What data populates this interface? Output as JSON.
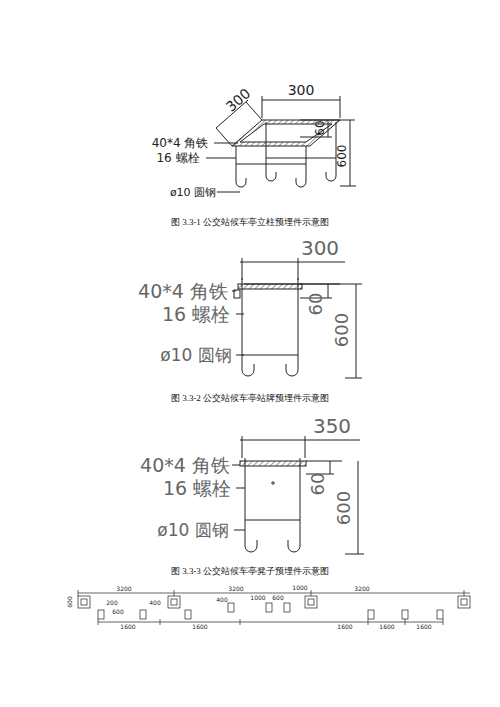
{
  "diagram": {
    "labels": [
      "300",
      "300",
      "40*4 角铁",
      "16 螺栓",
      "60",
      "600",
      "ø10 圆钢",
      "图 3.3-1  公交站候车亭立柱预埋件示意图",
      "300",
      "40*4 角铁",
      "16 螺栓",
      "60",
      "600",
      "ø10 圆钢",
      "图 3.3-2  公交站候车亭站牌预埋件示意图",
      "350",
      "40*4 角铁",
      "16 螺栓",
      "60",
      "600",
      "ø10 圆钢",
      "图 3.3-3  公交站候车亭凳子预埋件示意图",
      "3200",
      "3200",
      "3200",
      "600",
      "200",
      "400",
      "400",
      "1000",
      "600",
      "1000",
      "1600",
      "1600",
      "1600",
      "1600",
      "1600",
      "600"
    ]
  }
}
